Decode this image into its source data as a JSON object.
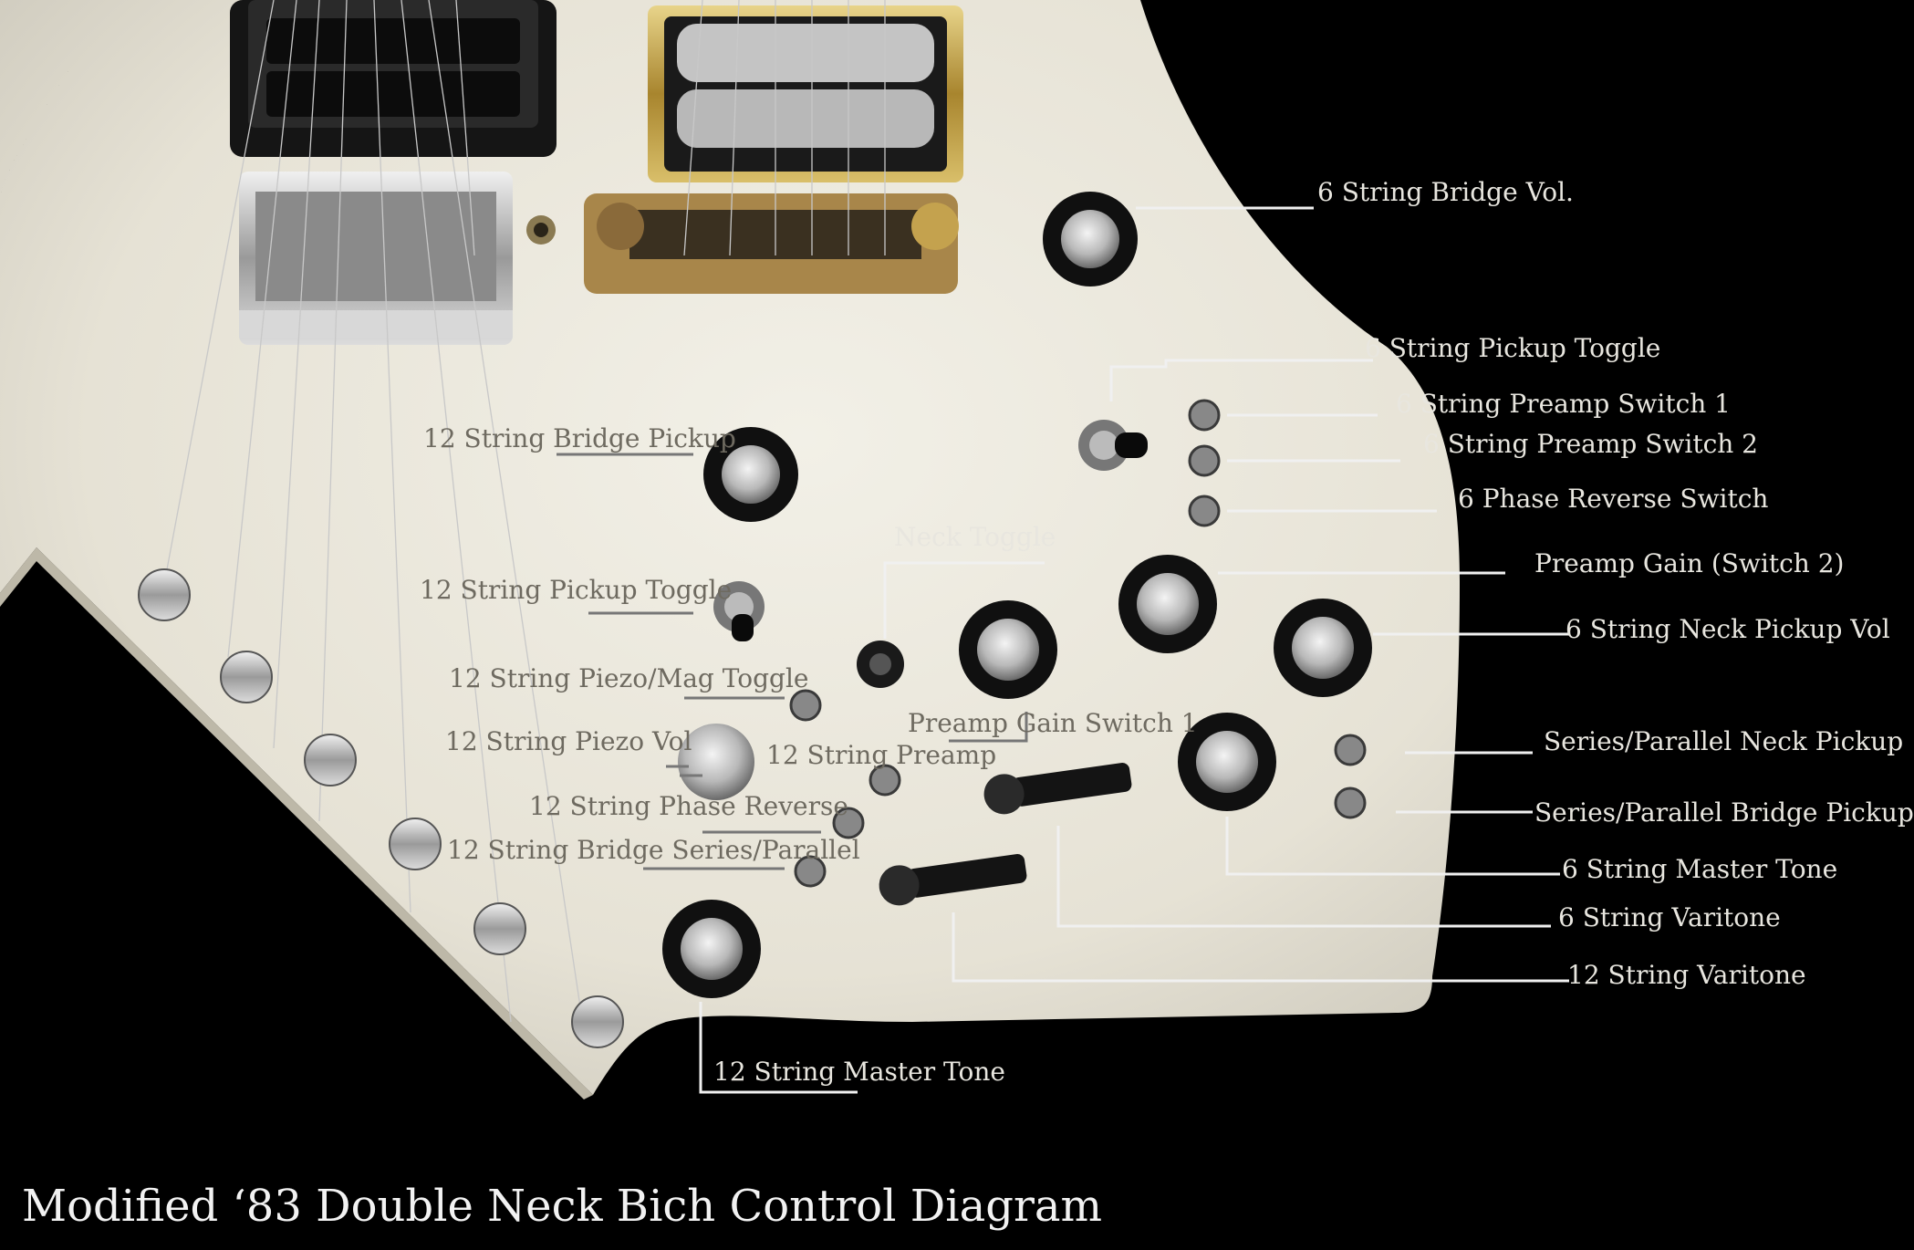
{
  "title": "Modified ‘83 Double Neck Bich Control Diagram",
  "colors": {
    "background": "#000000",
    "body": "#ece9de",
    "leader_light": "#f0f0f0",
    "leader_dark": "#777777",
    "label_light": "#e8e6df",
    "label_dark": "#6e6a60"
  },
  "labels": {
    "bridge_vol_6": "6 String Bridge Vol.",
    "pickup_toggle_6": "6 String Pickup Toggle",
    "preamp_switch_1_6": "6 String Preamp Switch 1",
    "preamp_switch_2_6": "6 String Preamp Switch 2",
    "phase_reverse_6": "6 Phase Reverse Switch",
    "preamp_gain_switch_2": "Preamp Gain (Switch 2)",
    "neck_pickup_vol_6": "6 String Neck Pickup Vol",
    "series_parallel_neck": "Series/Parallel Neck Pickup",
    "series_parallel_bridge": "Series/Parallel Bridge Pickup",
    "master_tone_6": "6 String Master Tone",
    "varitone_6": "6 String Varitone",
    "varitone_12": "12 String Varitone",
    "master_tone_12": "12 String Master Tone",
    "bridge_pickup_12": "12 String Bridge Pickup",
    "neck_toggle": "Neck Toggle",
    "pickup_toggle_12": "12 String Pickup Toggle",
    "piezo_mag_toggle_12": "12 String Piezo/Mag Toggle",
    "preamp_gain_switch_1": "Preamp Gain Switch 1",
    "piezo_vol_12": "12 String Piezo Vol",
    "preamp_12": "12 String Preamp",
    "phase_reverse_12": "12 String Phase Reverse",
    "bridge_series_parallel_12": "12 String Bridge Series/Parallel"
  }
}
